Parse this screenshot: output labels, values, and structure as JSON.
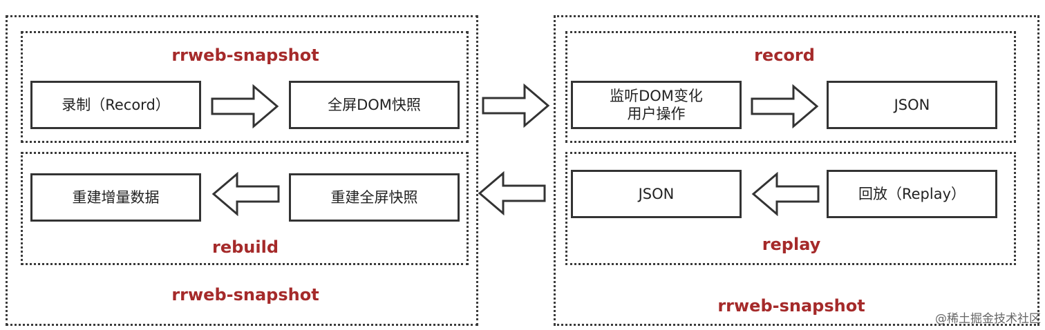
{
  "accent_color": "#a52a2a",
  "left": {
    "top_group": {
      "title": "rrweb-snapshot",
      "box_a": "录制（Record）",
      "box_b": "全屏DOM快照",
      "arrow_icon": "hollow-arrow-right-icon"
    },
    "bottom_group": {
      "title": "rebuild",
      "box_a": "重建增量数据",
      "box_b": "重建全屏快照",
      "arrow_icon": "hollow-arrow-left-icon"
    },
    "footer_label": "rrweb-snapshot"
  },
  "right": {
    "top_group": {
      "title": "record",
      "box_a": "监听DOM变化\n用户操作",
      "box_b": "JSON",
      "arrow_icon": "hollow-arrow-right-icon"
    },
    "bottom_group": {
      "title": "replay",
      "box_a": "JSON",
      "box_b": "回放（Replay）",
      "arrow_icon": "hollow-arrow-left-icon"
    },
    "footer_label": "rrweb-snapshot"
  },
  "middle": {
    "top_arrow_icon": "hollow-arrow-right-icon",
    "bottom_arrow_icon": "hollow-arrow-left-icon"
  },
  "watermark": "@稀土掘金技术社区"
}
